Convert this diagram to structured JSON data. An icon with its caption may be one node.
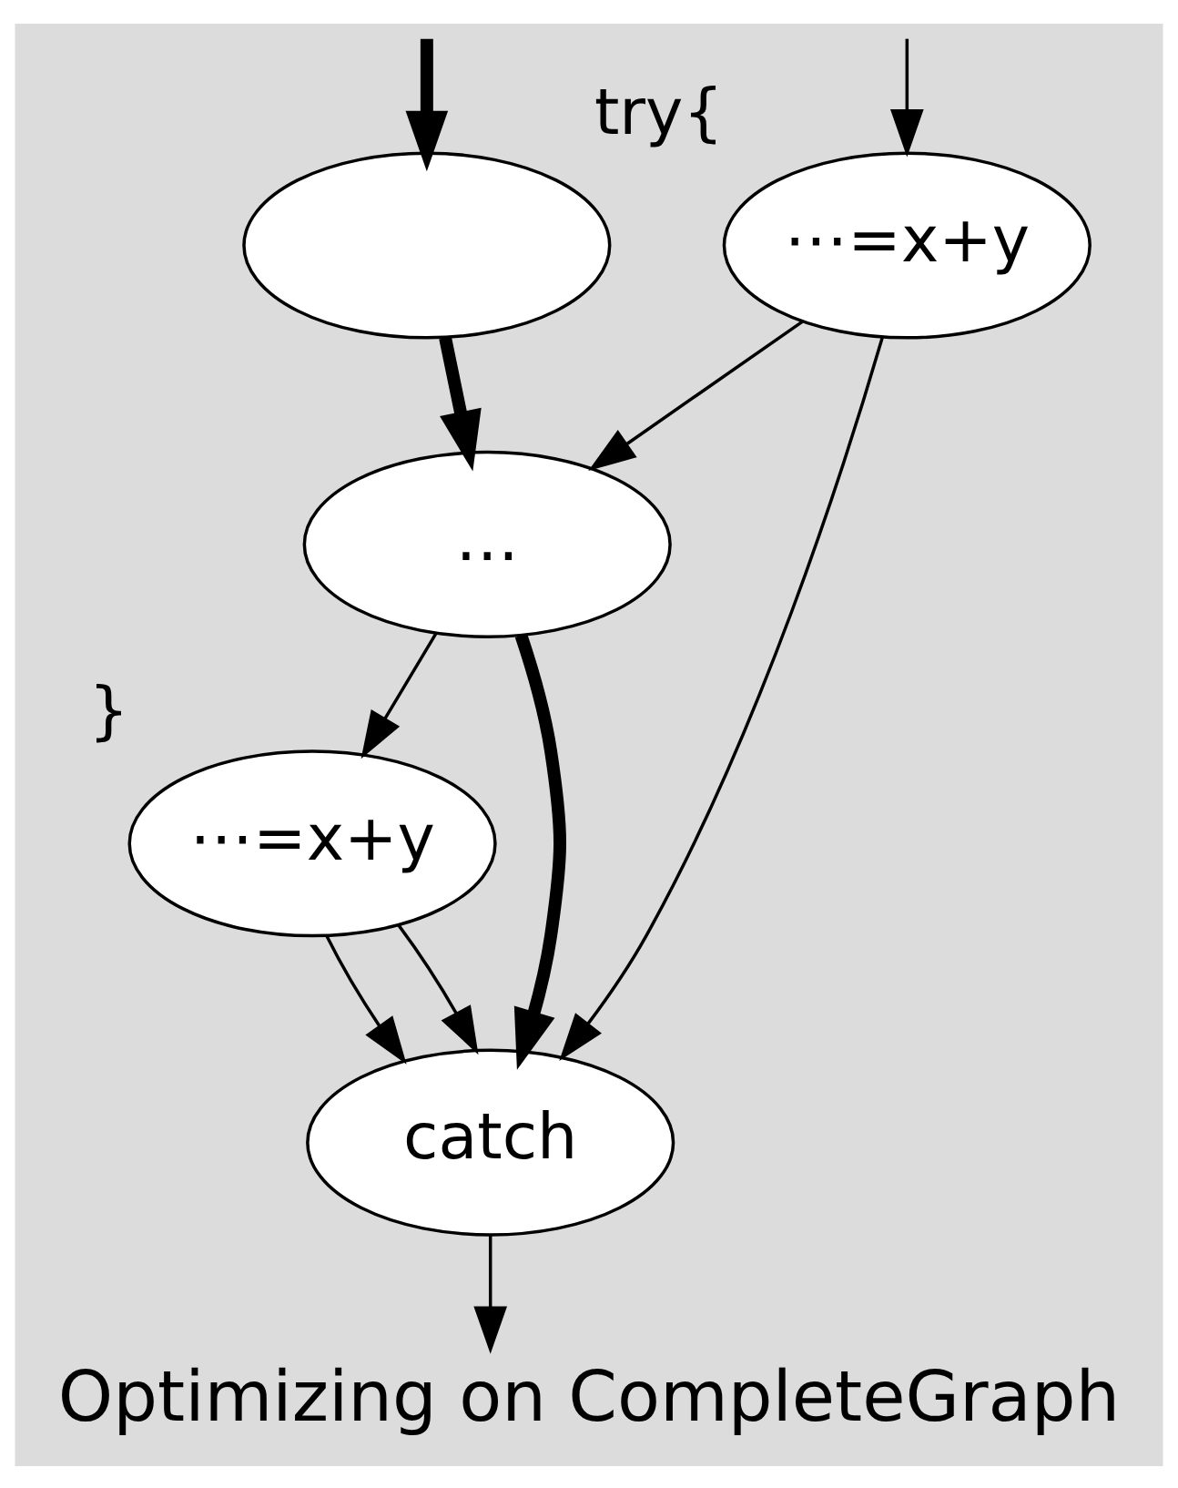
{
  "diagram": {
    "caption": "Optimizing on CompleteGraph",
    "nodes": [
      {
        "text": [
          "⋯=x+y"
        ],
        "beside": [
          "try{"
        ]
      },
      {
        "text": [],
        "shape": "ellipse"
      },
      {
        "text": [
          "…"
        ]
      },
      {
        "text": [
          "⋯=x+y"
        ],
        "beside": [
          "}"
        ]
      },
      {
        "text": [
          "catch"
        ]
      }
    ],
    "edges": [
      {
        "from": null,
        "to": 0,
        "arrow": "to"
      },
      {
        "from": null,
        "to": 1,
        "arrow": "to",
        "style": "thick"
      },
      {
        "from": 0,
        "to": 2,
        "arrow": "to"
      },
      {
        "from": 1,
        "to": 2,
        "arrow": "to",
        "style": "thick"
      },
      {
        "from": 2,
        "to": 3,
        "arrow": "to"
      },
      {
        "from": 3,
        "to": 4,
        "arrow": "to"
      },
      {
        "from": 0,
        "to": 4,
        "arrow": "to"
      },
      {
        "from": 2,
        "to": 4,
        "arrow": "to",
        "style": "thick"
      },
      {
        "from": 3,
        "to": 4,
        "arrow": "to"
      },
      {
        "from": 4,
        "to": null,
        "arrow": "to"
      }
    ]
  }
}
